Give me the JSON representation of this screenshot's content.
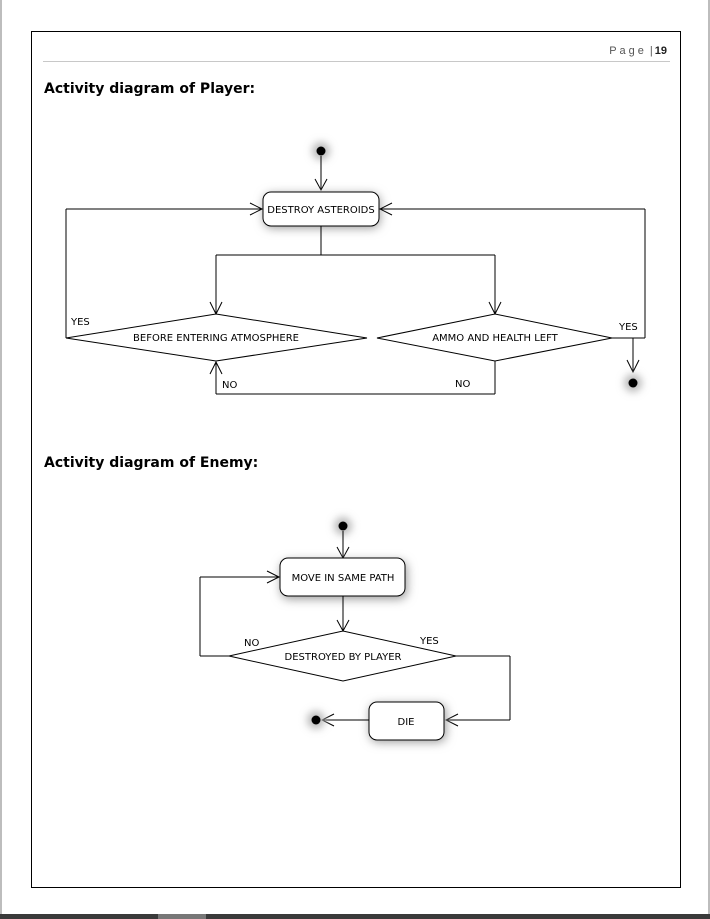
{
  "header": {
    "page_word": "Page",
    "separator": "|",
    "page_number": "19"
  },
  "sections": [
    {
      "heading": "Activity diagram of Player:"
    },
    {
      "heading": "Activity diagram of Enemy:"
    }
  ],
  "player_diagram": {
    "activity": "DESTROY ASTEROIDS",
    "decision_left": "BEFORE ENTERING ATMOSPHERE",
    "decision_right": "AMMO AND HEALTH LEFT",
    "left_yes": "YES",
    "left_no": "NO",
    "right_no": "NO",
    "right_yes": "YES"
  },
  "enemy_diagram": {
    "activity": "MOVE IN SAME PATH",
    "decision": "DESTROYED BY PLAYER",
    "no_label": "NO",
    "yes_label": "YES",
    "final_activity": "DIE"
  }
}
